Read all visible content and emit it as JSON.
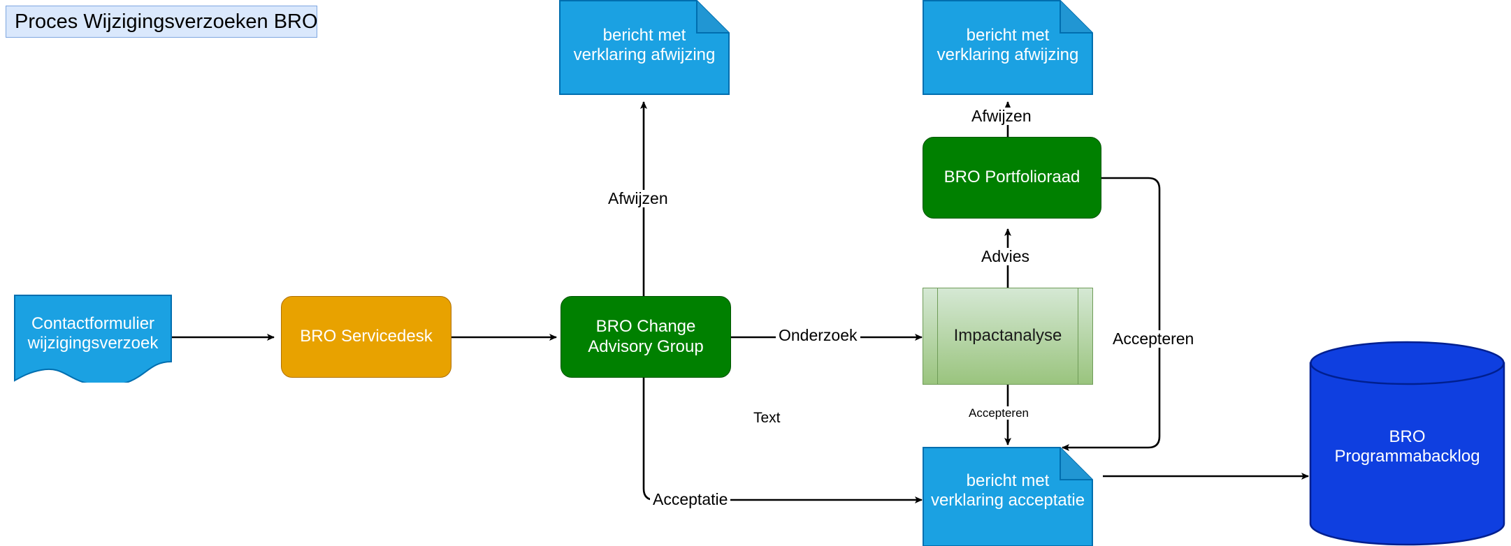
{
  "diagram": {
    "title": "Proces Wijzigingsverzoeken BRO",
    "colors": {
      "title_fill": "#dae8fc",
      "title_stroke": "#7ea6e0",
      "note_fill": "#1ba1e2",
      "note_stroke": "#006eaf",
      "document_fill": "#1ba1e2",
      "document_stroke": "#006eaf",
      "process_orange": "#e8a200",
      "process_green": "#008000",
      "subroutine_fill": "#d5e8d4",
      "subroutine_stroke": "#6f9c58",
      "database_fill": "#0f3fe0",
      "database_stroke": "#001f8f",
      "edge_stroke": "#000000"
    },
    "nodes": {
      "contactformulier": {
        "label": "Contactformulier\nwijzigingsverzoek",
        "line1": "Contactformulier",
        "line2": "wijzigingsverzoek",
        "shape": "document"
      },
      "servicedesk": {
        "label": "BRO Servicedesk",
        "shape": "rounded-rectangle"
      },
      "change_advisory_group": {
        "line1": "BRO Change",
        "line2": "Advisory Group",
        "shape": "rounded-rectangle"
      },
      "impactanalyse": {
        "label": "Impactanalyse",
        "shape": "predefined-process"
      },
      "portfolioraad": {
        "label": "BRO Portfolioraad",
        "shape": "rounded-rectangle"
      },
      "afwijzing_note_left": {
        "line1": "bericht met",
        "line2": "verklaring afwijzing",
        "shape": "note"
      },
      "afwijzing_note_right": {
        "line1": "bericht met",
        "line2": "verklaring afwijzing",
        "shape": "note"
      },
      "acceptatie_note": {
        "line1": "bericht met",
        "line2": "verklaring acceptatie",
        "shape": "note"
      },
      "programmabacklog": {
        "line1": "BRO",
        "line2": "Programmabacklog",
        "shape": "cylinder"
      }
    },
    "edge_labels": {
      "afwijzen_left": "Afwijzen",
      "afwijzen_right": "Afwijzen",
      "onderzoek": "Onderzoek",
      "advies": "Advies",
      "accepteren_down": "Accepteren",
      "accepteren_right": "Accepteren",
      "acceptatie": "Acceptatie"
    },
    "free_text": {
      "stray_text": "Text"
    }
  }
}
